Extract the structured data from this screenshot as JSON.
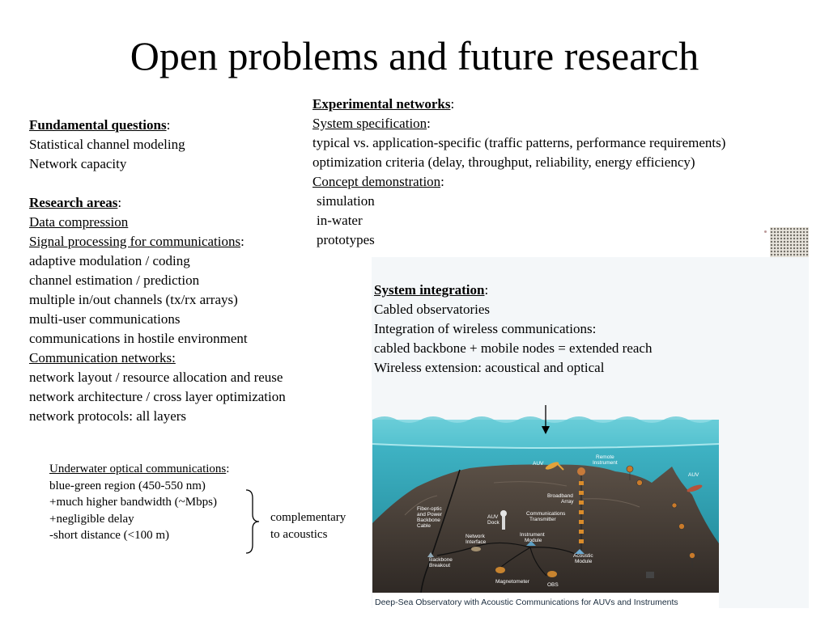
{
  "title": "Open problems and future research",
  "fundamental": {
    "heading": "Fundamental questions",
    "items": [
      "Statistical channel modeling",
      "Network capacity"
    ]
  },
  "research": {
    "heading": "Research areas",
    "data_compression": "Data compression",
    "signal_processing": "Signal processing for communications",
    "signal_items": [
      "adaptive modulation / coding",
      "channel estimation / prediction",
      "multiple in/out channels (tx/rx arrays)",
      "multi-user communications",
      "communications in hostile environment"
    ],
    "comm_networks": "Communication networks:",
    "network_items": [
      "network layout / resource allocation and reuse",
      "network architecture / cross layer optimization",
      "network protocols: all layers"
    ]
  },
  "experimental": {
    "heading": "Experimental networks",
    "system_spec": "System specification",
    "spec_items": [
      "typical vs. application-specific (traffic patterns, performance requirements)",
      "optimization criteria (delay, throughput, reliability, energy efficiency)"
    ],
    "concept_demo": "Concept demonstration",
    "demo_items": [
      "simulation",
      "in-water",
      "prototypes"
    ]
  },
  "integration": {
    "heading": "System integration",
    "items": [
      "Cabled observatories",
      "Integration of wireless communications:",
      "cabled backbone + mobile nodes = extended reach",
      "Wireless extension: acoustical and optical"
    ]
  },
  "optical": {
    "heading": "Underwater optical communications",
    "items": [
      "blue-green region (450-550 nm)",
      "+much higher bandwidth (~Mbps)",
      "+negligible delay",
      "-short distance (<100 m)"
    ],
    "note_line1": "complementary",
    "note_line2": "to acoustics"
  },
  "figure": {
    "caption": "Deep-Sea Observatory with Acoustic Communications for AUVs and Instruments",
    "labels": {
      "auv_top": "AUV",
      "remote_instrument_1": "Remote",
      "remote_instrument_2": "Instrument",
      "auv_right": "AUV",
      "broadband_1": "Broadband",
      "broadband_2": "Array",
      "fiber_1": "Fiber-optic",
      "fiber_2": "and Power",
      "fiber_3": "Backbone",
      "fiber_4": "Cable",
      "auv_dock_1": "AUV",
      "auv_dock_2": "Dock",
      "comm_tx_1": "Communications",
      "comm_tx_2": "Transmitter",
      "net_if_1": "Network",
      "net_if_2": "Interface",
      "inst_mod_1": "Instrument",
      "inst_mod_2": "Module",
      "acoustic_mod_1": "Acoustic",
      "acoustic_mod_2": "Module",
      "backbone_1": "Backbone",
      "backbone_2": "Breakout",
      "magnetometer": "Magnetometer",
      "obs": "OBS"
    }
  },
  "colors": {
    "water_top": "#3fb3c4",
    "water_deep": "#1f8d9e",
    "seafloor": "#4a4039",
    "seafloor_dark": "#2f2925",
    "accent_orange": "#d98b2a"
  }
}
